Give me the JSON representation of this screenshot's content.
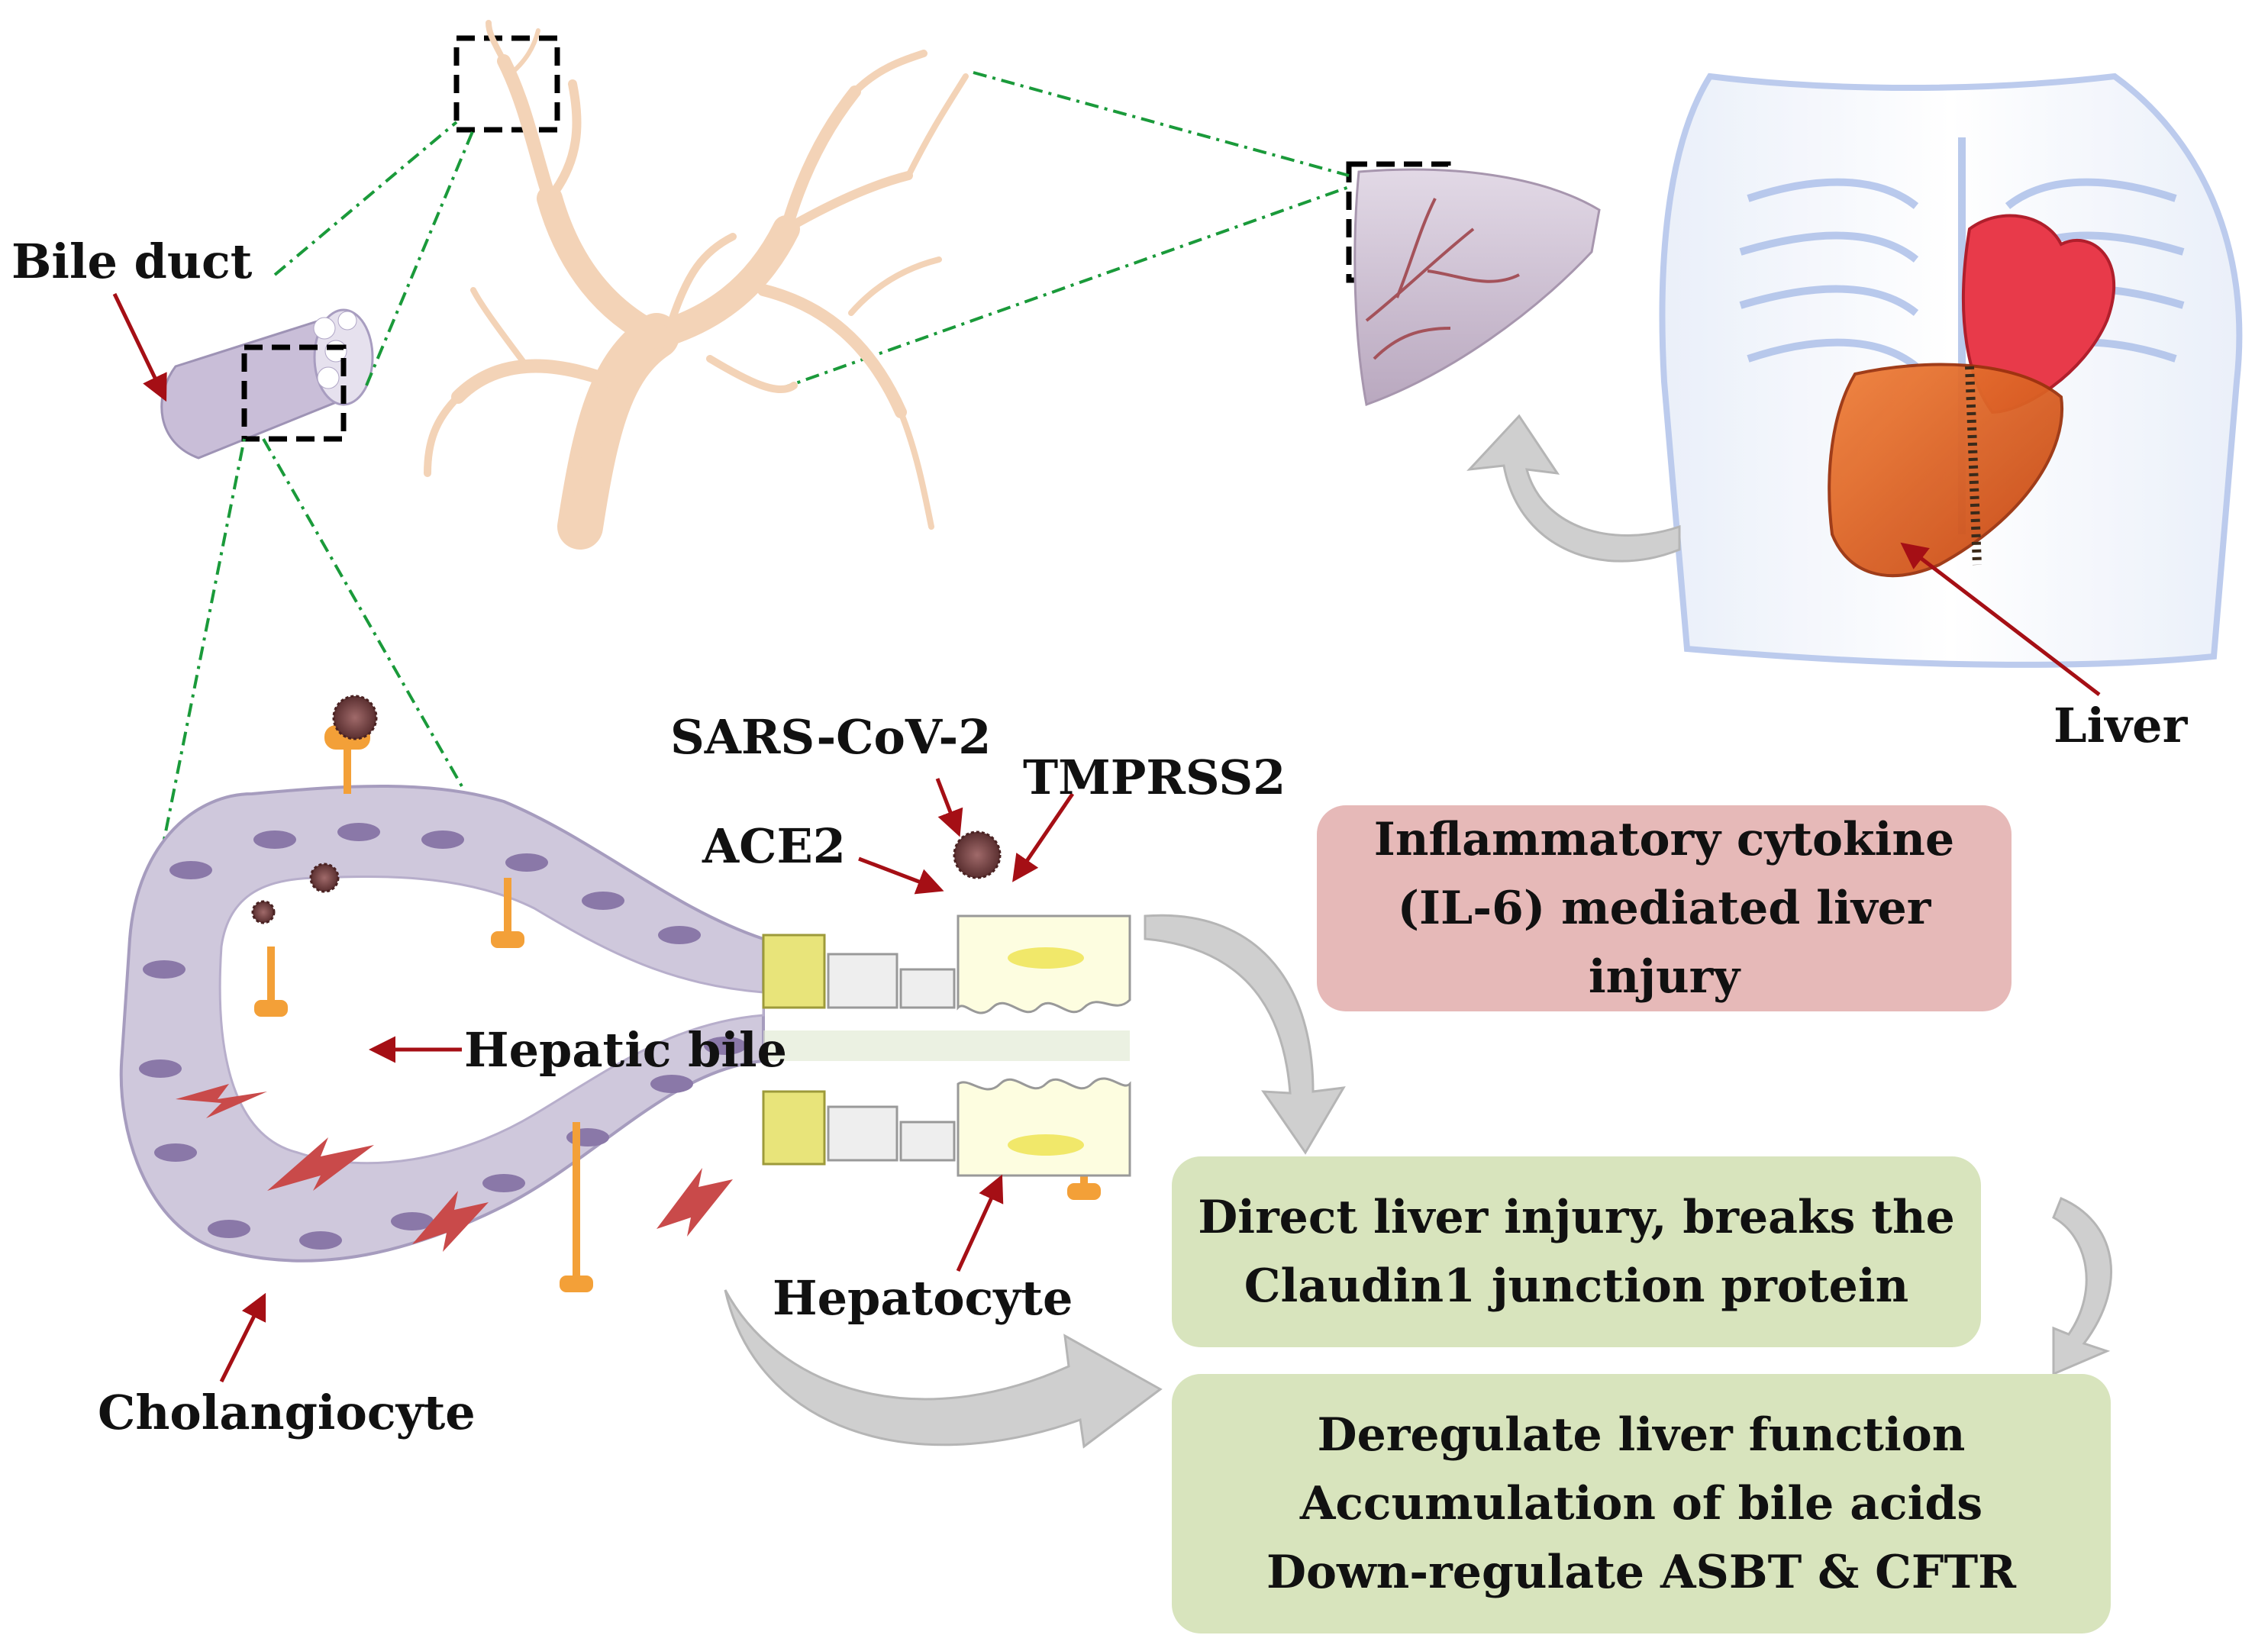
{
  "labels": {
    "bile_duct": "Bile duct",
    "liver": "Liver",
    "sars": "SARS-CoV-2",
    "tmprss2": "TMPRSS2",
    "ace2": "ACE2",
    "hepatic_bile": "Hepatic bile",
    "hepatocyte": "Hepatocyte",
    "cholangiocyte": "Cholangiocyte"
  },
  "boxes": {
    "inflammatory": [
      "Inflammatory cytokine",
      "(IL-6) mediated liver",
      "injury"
    ],
    "direct_injury": [
      "Direct liver injury, breaks the",
      "Claudin1 junction protein"
    ],
    "deregulate": [
      "Deregulate liver function",
      "Accumulation of bile acids",
      "Down-regulate ASBT & CFTR"
    ]
  },
  "colors": {
    "inflammatory_box": "#e6b9b8",
    "green_box": "#d8e4bd",
    "arrow_red": "#a50f15",
    "guide_green": "#1a9a3a",
    "bile_tree": "#f3d3b7",
    "cell_purple": "#cfc8dc",
    "nucleus": "#8a78a8"
  }
}
